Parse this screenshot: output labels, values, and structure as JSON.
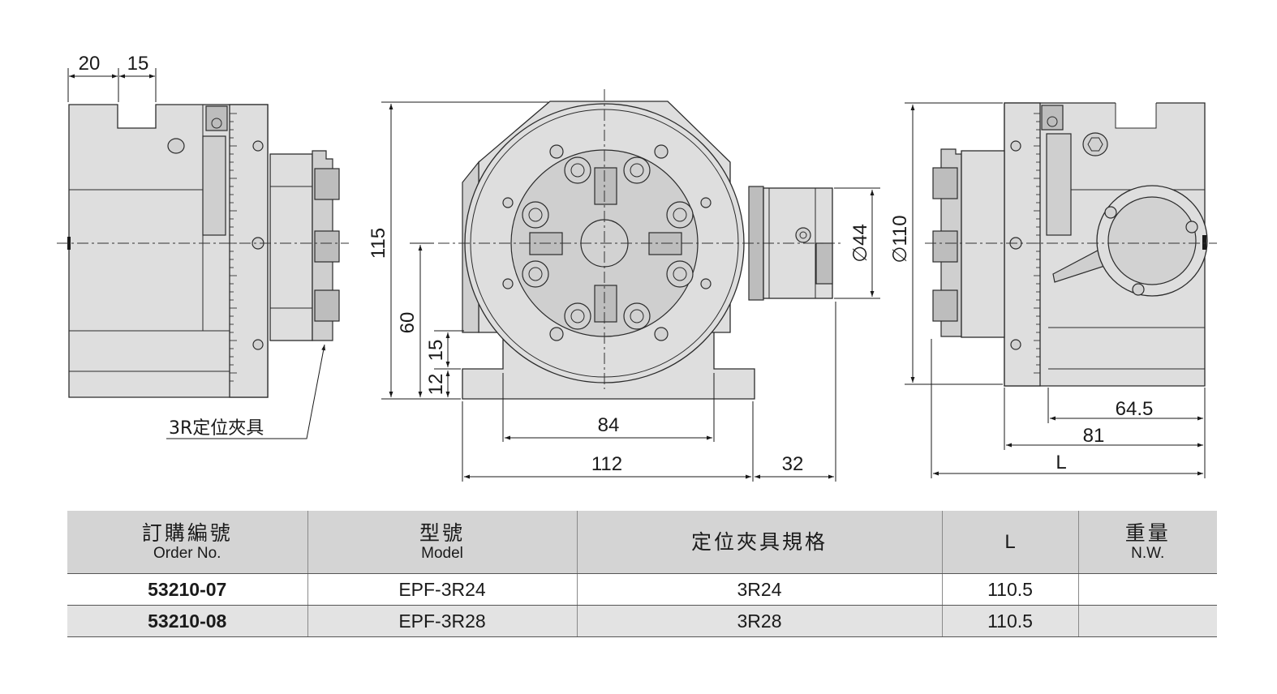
{
  "left_view": {
    "dims": [
      "20",
      "15"
    ],
    "callout": "3R定位夾具"
  },
  "front_view": {
    "dims": [
      "115",
      "60",
      "15",
      "12",
      "84",
      "112",
      "32",
      "∅44"
    ]
  },
  "right_view": {
    "dims": [
      "∅110",
      "64.5",
      "81",
      "L"
    ]
  },
  "table": {
    "headers": [
      {
        "zh": "訂購編號",
        "en": "Order No."
      },
      {
        "zh": "型號",
        "en": "Model"
      },
      {
        "zh": "定位夾具規格",
        "en": ""
      },
      {
        "zh": "L",
        "en": ""
      },
      {
        "zh": "重量",
        "en": "N.W."
      }
    ],
    "rows": [
      {
        "order_no": "53210-07",
        "model": "EPF-3R24",
        "spec": "3R24",
        "l": "110.5",
        "nw": ""
      },
      {
        "order_no": "53210-08",
        "model": "EPF-3R28",
        "spec": "3R28",
        "l": "110.5",
        "nw": ""
      }
    ]
  }
}
